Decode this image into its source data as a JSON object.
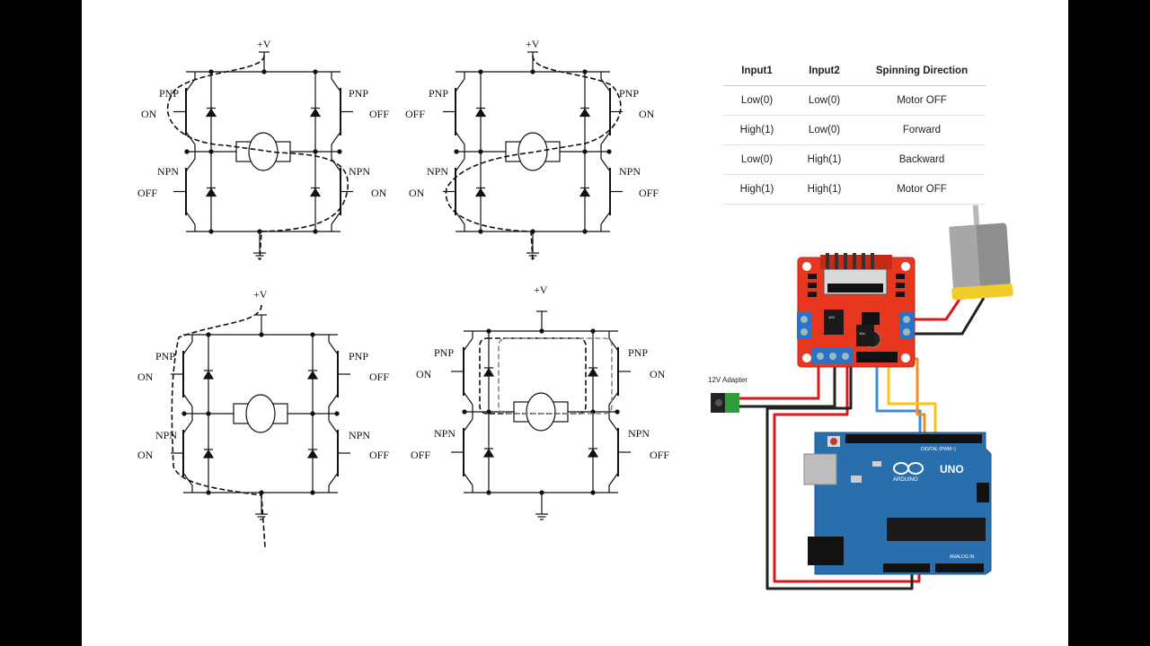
{
  "panels": [
    {
      "vplus": "+V",
      "top_left": "PNP",
      "top_left_state": "ON",
      "bottom_left": "NPN",
      "bottom_left_state": "OFF",
      "top_right": "PNP",
      "top_right_state": "OFF",
      "bottom_right": "NPN",
      "bottom_right_state": "ON"
    },
    {
      "vplus": "+V",
      "top_left": "PNP",
      "top_left_state": "OFF",
      "bottom_left": "NPN",
      "bottom_left_state": "ON",
      "top_right": "PNP",
      "top_right_state": "ON",
      "bottom_right": "NPN",
      "bottom_right_state": "OFF"
    },
    {
      "vplus": "+V",
      "top_left": "PNP",
      "top_left_state": "ON",
      "bottom_left": "NPN",
      "bottom_left_state": "ON",
      "top_right": "PNP",
      "top_right_state": "OFF",
      "bottom_right": "NPN",
      "bottom_right_state": "OFF"
    },
    {
      "vplus": "+V",
      "top_left": "PNP",
      "top_left_state": "ON",
      "bottom_left": "NPN",
      "bottom_left_state": "OFF",
      "top_right": "PNP",
      "top_right_state": "ON",
      "bottom_right": "NPN",
      "bottom_right_state": "OFF"
    }
  ],
  "truth_table": {
    "headers": [
      "Input1",
      "Input2",
      "Spinning Direction"
    ],
    "rows": [
      [
        "Low(0)",
        "Low(0)",
        "Motor OFF"
      ],
      [
        "High(1)",
        "Low(0)",
        "Forward"
      ],
      [
        "Low(0)",
        "High(1)",
        "Backward"
      ],
      [
        "High(1)",
        "High(1)",
        "Motor OFF"
      ]
    ]
  },
  "wiring": {
    "adapter_label": "12V Adapter",
    "board_label": "UNO",
    "board_brand": "ARDUINO",
    "board_header_text": "DIGITAL (PWM~)",
    "board_analog_text": "ANALOG IN",
    "chip_markings": [
      "100",
      "10u"
    ],
    "colors": {
      "driver": "#e8371f",
      "arduino": "#2a6fad",
      "motor": "#9a9a9a",
      "motor_cap": "#f2cc2a",
      "wire_red": "#e0141b",
      "wire_black": "#222222",
      "wire_blue": "#3d8fdc",
      "wire_orange": "#f08c2a",
      "wire_yellow": "#f5c518"
    }
  }
}
